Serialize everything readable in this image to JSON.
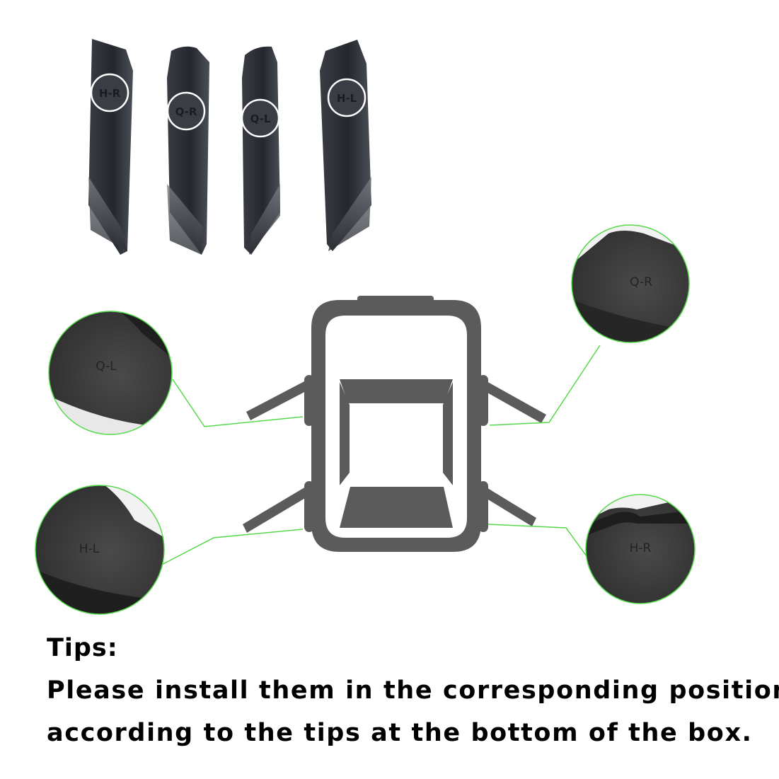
{
  "parts": {
    "labels": [
      "H-R",
      "Q-R",
      "Q-L",
      "H-L"
    ]
  },
  "callouts": {
    "front_left": "Q-L",
    "front_right": "Q-R",
    "rear_left": "H-L",
    "rear_right": "H-R"
  },
  "tips": {
    "title": "Tips:",
    "line1": "Please install them in the corresponding position",
    "line2": "according to the tips at the bottom of the box."
  },
  "colors": {
    "car_gray": "#5b5b5b",
    "leader_green": "#55d94a",
    "part_dark": "#2a2d33"
  }
}
